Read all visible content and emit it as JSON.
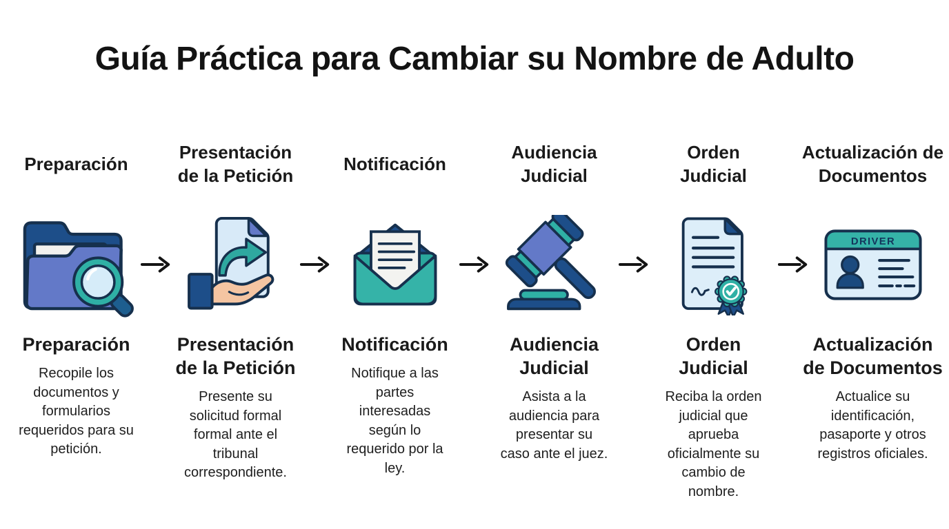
{
  "title": "Guía Práctica para Cambiar su Nombre de Adulto",
  "steps": [
    {
      "top_label": "Preparación",
      "heading": "Preparación",
      "description": "Recopile los\ndocumentos y\nformularios\nrequeridos para su\npetición.",
      "icon": "folder-search-icon"
    },
    {
      "top_label": "Presentación\nde la Petición",
      "heading": "Presentación\nde la Petición",
      "description": "Presente su\nsolicitud formal\nformal ante el\ntribunal\ncorrespondiente.",
      "icon": "hand-giving-document-icon"
    },
    {
      "top_label": "Notificación",
      "heading": "Notificación",
      "description": "Notifique a las\npartes\ninteresadas\nsegún lo\nrequerido por la\nley.",
      "icon": "envelope-letter-icon"
    },
    {
      "top_label": "Audiencia\nJudicial",
      "heading": "Audiencia\nJudicial",
      "description": "Asista a la\naudiencia para\npresentar su\ncaso ante el juez.",
      "icon": "gavel-icon"
    },
    {
      "top_label": "Orden\nJudicial",
      "heading": "Orden\nJudicial",
      "description": "Reciba la orden\njudicial que\naprueba\noficialmente su\ncambio de\nnombre.",
      "icon": "certificate-seal-icon"
    },
    {
      "top_label": "Actualización de\nDocumentos",
      "heading": "Actualización\nde Documentos",
      "description": "Actualice su\nidentificación,\npasaporte y otros\nregistros oficiales.",
      "icon": "drivers-license-icon"
    }
  ],
  "license_card_text": "DRIVER",
  "colors": {
    "ink": "#141414",
    "navy": "#1d4e89",
    "outline": "#16304d",
    "periwinkle": "#6379c8",
    "teal": "#2fb0a5",
    "teal_dark": "#2aa79d",
    "light_blue": "#d9eaf8",
    "skin": "#f5c5a2",
    "paper": "#f2f1ee",
    "avatar_navy": "#1b4a7e"
  }
}
